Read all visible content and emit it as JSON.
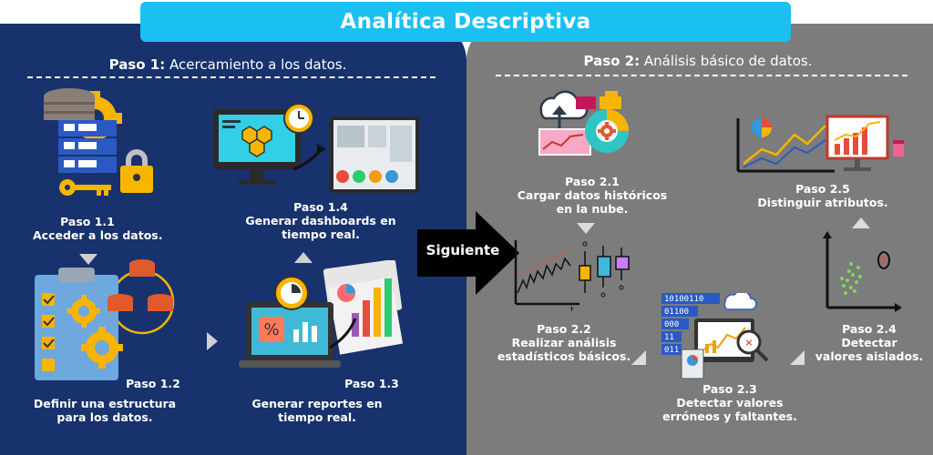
{
  "title": "Analítica Descriptiva",
  "left": {
    "header_bold": "Paso 1:",
    "header_text": " Acercamiento a los datos.",
    "steps": [
      {
        "num": "Paso 1.1",
        "text": [
          "Acceder a los datos."
        ]
      },
      {
        "num": "Paso 1.2",
        "text": [
          "Definir una estructura",
          "para los datos."
        ]
      },
      {
        "num": "Paso 1.3",
        "text": [
          "Generar reportes en",
          "tiempo real."
        ]
      },
      {
        "num": "Paso 1.4",
        "text": [
          "Generar dashboards en",
          "tiempo real."
        ]
      }
    ]
  },
  "next_label": "Siguiente",
  "right": {
    "header_bold": "Paso 2:",
    "header_text": " Análisis básico de datos.",
    "steps": [
      {
        "num": "Paso 2.1",
        "text": [
          "Cargar datos históricos",
          "en la nube."
        ]
      },
      {
        "num": "Paso 2.2",
        "text": [
          "Realizar análisis",
          "estadísticos básicos."
        ]
      },
      {
        "num": "Paso 2.3",
        "text": [
          "Detectar valores",
          "erróneos y faltantes."
        ]
      },
      {
        "num": "Paso 2.4",
        "text": [
          "Detectar",
          "valores aislados."
        ]
      },
      {
        "num": "Paso 2.5",
        "text": [
          "Distinguir atributos."
        ]
      }
    ]
  },
  "icons": {
    "step_1_1": "database-key-gear-icon",
    "step_1_2": "clipboard-checklist-database-icon",
    "step_1_3": "laptop-report-chart-icon",
    "step_1_4": "monitor-dashboard-icon",
    "step_2_1": "cloud-upload-charts-icon",
    "step_2_2": "boxplot-timeseries-icon",
    "step_2_3": "binary-data-monitor-icon",
    "step_2_4": "scatter-outlier-icon",
    "step_2_5": "line-chart-growth-icon"
  },
  "colors": {
    "title_bg": "#19c0f1",
    "left_panel": "#17326c",
    "right_panel": "#7c7c7c",
    "arrow": "#000000"
  }
}
